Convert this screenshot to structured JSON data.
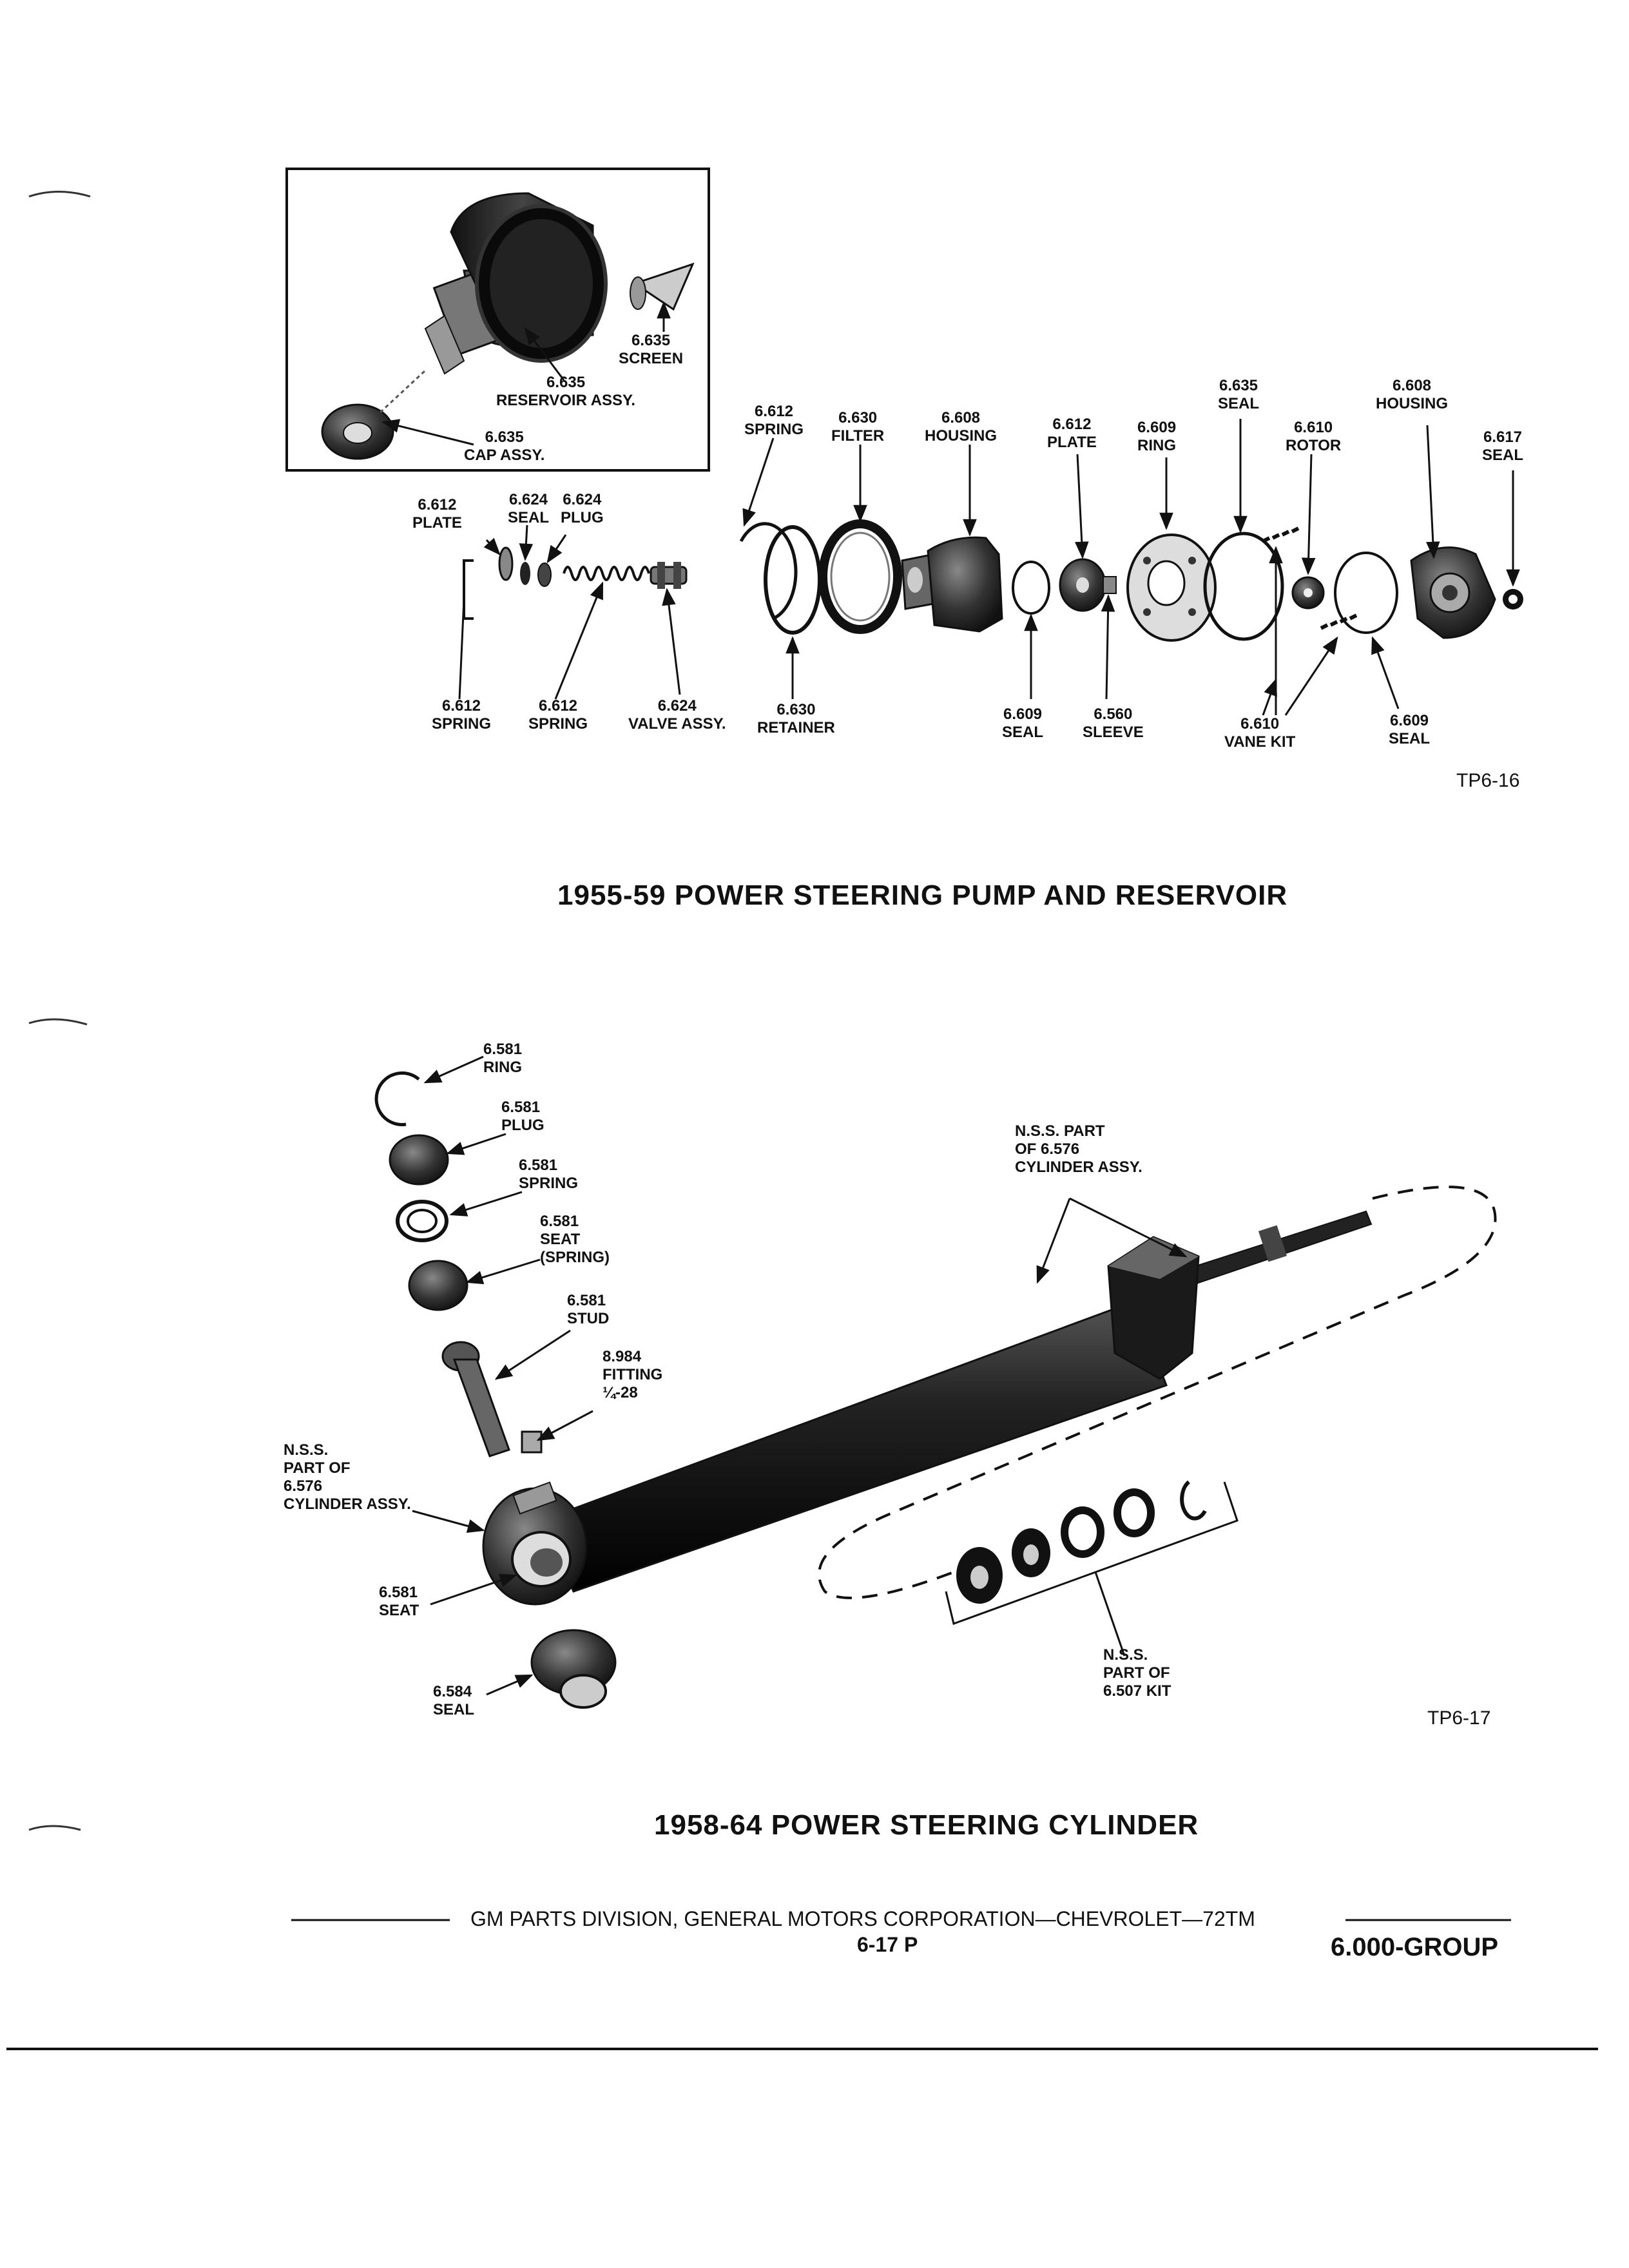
{
  "diagram1": {
    "caption": "1955-59 POWER STEERING PUMP AND RESERVOIR",
    "figure_id": "TP6-16",
    "labels": {
      "screen": [
        "6.635",
        "SCREEN"
      ],
      "reservoir": [
        "6.635",
        "RESERVOIR ASSY."
      ],
      "cap": [
        "6.635",
        "CAP ASSY."
      ],
      "spring_top": [
        "6.612",
        "SPRING"
      ],
      "filter": [
        "6.630",
        "FILTER"
      ],
      "housing_left": [
        "6.608",
        "HOUSING"
      ],
      "plate_mid": [
        "6.612",
        "PLATE"
      ],
      "ring": [
        "6.609",
        "RING"
      ],
      "seal_635": [
        "6.635",
        "SEAL"
      ],
      "rotor": [
        "6.610",
        "ROTOR"
      ],
      "housing_right": [
        "6.608",
        "HOUSING"
      ],
      "seal_617": [
        "6.617",
        "SEAL"
      ],
      "plate_left": [
        "6.612",
        "PLATE"
      ],
      "seal_624": [
        "6.624",
        "SEAL"
      ],
      "plug_624": [
        "6.624",
        "PLUG"
      ],
      "spring_a": [
        "6.612",
        "SPRING"
      ],
      "spring_b": [
        "6.612",
        "SPRING"
      ],
      "valve": [
        "6.624",
        "VALVE ASSY."
      ],
      "retainer": [
        "6.630",
        "RETAINER"
      ],
      "seal_609a": [
        "6.609",
        "SEAL"
      ],
      "sleeve": [
        "6.560",
        "SLEEVE"
      ],
      "vane": [
        "6.610",
        "VANE KIT"
      ],
      "seal_609b": [
        "6.609",
        "SEAL"
      ]
    }
  },
  "diagram2": {
    "caption": "1958-64 POWER STEERING CYLINDER",
    "figure_id": "TP6-17",
    "labels": {
      "ring": [
        "6.581",
        "RING"
      ],
      "plug": [
        "6.581",
        "PLUG"
      ],
      "spring": [
        "6.581",
        "SPRING"
      ],
      "seat_spring": [
        "6.581",
        "SEAT",
        "(SPRING)"
      ],
      "stud": [
        "6.581",
        "STUD"
      ],
      "fitting": [
        "8.984",
        "FITTING",
        "¼-28"
      ],
      "nss_left": [
        "N.S.S.",
        "PART OF",
        "6.576",
        "CYLINDER ASSY."
      ],
      "nss_top": [
        "N.S.S. PART",
        "OF 6.576",
        "CYLINDER ASSY."
      ],
      "seat": [
        "6.581",
        "SEAT"
      ],
      "seal": [
        "6.584",
        "SEAL"
      ],
      "kit": [
        "N.S.S.",
        "PART OF",
        "6.507 KIT"
      ]
    }
  },
  "footer": {
    "text": "GM PARTS DIVISION, GENERAL MOTORS CORPORATION—CHEVROLET—72TM",
    "page": "6-17  P",
    "group": "6.000-GROUP"
  }
}
